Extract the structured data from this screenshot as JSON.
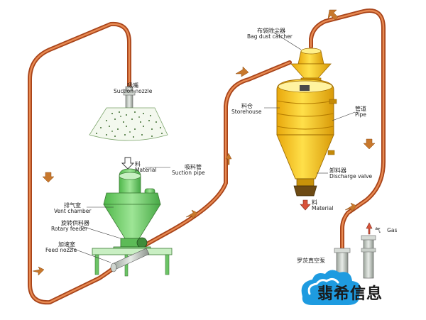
{
  "labels": {
    "suction_nozzle": {
      "zh": "吸嘴",
      "en": "Suction nozzle"
    },
    "material_in": {
      "zh": "料",
      "en": "Material"
    },
    "vent_chamber": {
      "zh": "排气室",
      "en": "Vent chamber"
    },
    "rotary_feeder": {
      "zh": "旋转供料器",
      "en": "Rotary feeder"
    },
    "feed_nozzle": {
      "zh": "加速室",
      "en": "Feed nozzle"
    },
    "suction_pipe": {
      "zh": "吸料管",
      "en": "Suction pipe"
    },
    "bag_dust_catcher": {
      "zh": "布袋除尘器",
      "en": "Bag dust catcher"
    },
    "storehouse": {
      "zh": "料仓",
      "en": "Storehouse"
    },
    "discharge_valve": {
      "zh": "卸料器",
      "en": "Discharge valve"
    },
    "material_out": {
      "zh": "料",
      "en": "Material"
    },
    "pipe": {
      "zh": "管道",
      "en": "Pipe"
    },
    "gas": {
      "zh": "气",
      "en": "Gas"
    },
    "roots_pump": {
      "zh": "罗茨真空泵"
    }
  },
  "watermark": {
    "text": "翡希信息"
  },
  "colors": {
    "pipe": "#c85a1e",
    "storehouse": "#f2c21a",
    "feeder_green": "#6fcf67",
    "arrow": "#c8782c",
    "watermark_blue": "#1e9be0"
  }
}
